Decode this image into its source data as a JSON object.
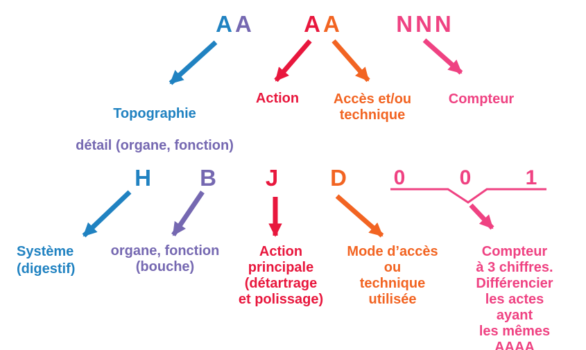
{
  "colors": {
    "blue": "#2082c1",
    "purple": "#7568b1",
    "red": "#e8173d",
    "orange": "#f26422",
    "pink": "#ef4282"
  },
  "top": {
    "codes": {
      "topo_letter1": "A",
      "topo_letter2": "A",
      "action_letter1": "A",
      "action_letter2": "A",
      "counter": "NNN"
    },
    "labels": {
      "topographie": "Topographie",
      "topographie_detail": "détail (organe, fonction)",
      "action": "Action",
      "acces": "Accès et/ou\ntechnique",
      "compteur": "Compteur"
    }
  },
  "example": {
    "letters": {
      "l1": "H",
      "l2": "B",
      "l3": "J",
      "l4": "D",
      "d1": "0",
      "d2": "0",
      "d3": "1"
    },
    "labels": {
      "systeme": "Système\n(digestif)",
      "organe": "organe, fonction\n(bouche)",
      "action_principale": "Action\nprincipale\n(détartrage\net polissage)",
      "mode_acces": "Mode d’accès\nou\ntechnique\nutilisée",
      "compteur_detail": "Compteur\nà 3 chiffres.\nDifférencier\nles actes ayant\nles mêmes\nAAAA"
    }
  }
}
